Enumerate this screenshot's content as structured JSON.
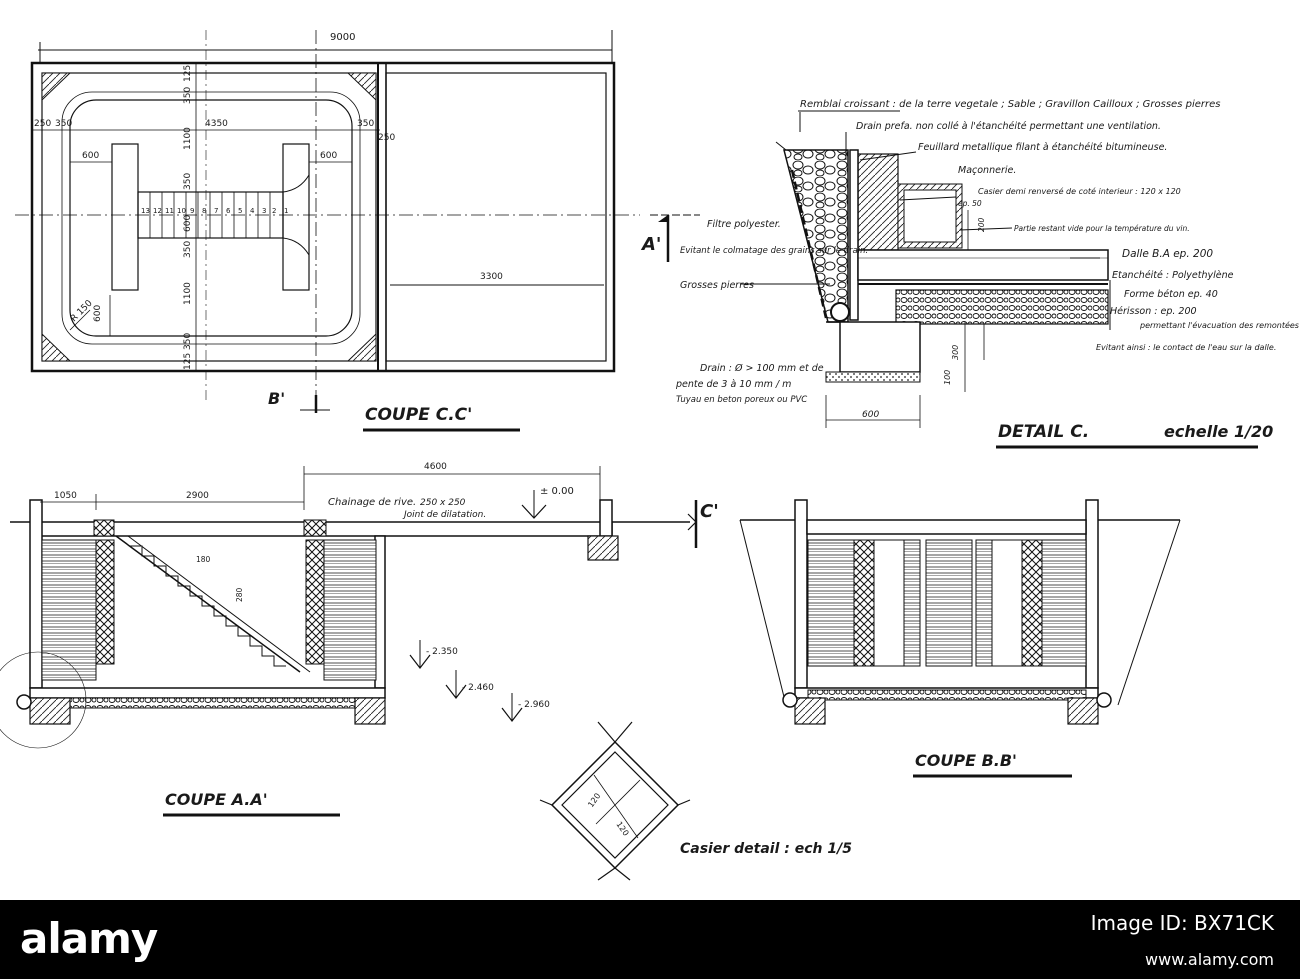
{
  "plan": {
    "title": "COUPE C.C'",
    "dims": {
      "overall": "9000",
      "left_width": "4350",
      "right_width": "3300",
      "edge_250": "250",
      "edge_350": "350",
      "d600a": "600",
      "d600b": "600",
      "d600c": "600",
      "v125": "125",
      "v350a": "350",
      "v1100": "1100",
      "v350b": "350",
      "v600": "600",
      "v350c": "350",
      "v1100b": "1100",
      "v350d": "350",
      "v125b": "125",
      "r150": "R 150",
      "step_numbers": [
        "13",
        "12",
        "11",
        "10",
        "9",
        "8",
        "7",
        "6",
        "5",
        "4",
        "3",
        "2",
        "1"
      ]
    },
    "section_marks": {
      "a": "A'",
      "b": "B'"
    }
  },
  "detail": {
    "title": "DETAIL C.",
    "scale": "echelle 1/20",
    "labels": {
      "remblai": "Remblai croissant : de la terre vegetale ; Sable ; Gravillon Cailloux ; Grosses pierres",
      "drain_prefa": "Drain prefa. non collé à l'étanchéité permettant une ventilation.",
      "feuillard": "Feuillard metallique filant à étanchéité bitumineuse.",
      "maconnerie": "Maçonnerie.",
      "casier": "Casier demi renversé de coté interieur : 120 x 120",
      "ep50": "ep. 50",
      "partie": "Partie restant vide pour la température du vin.",
      "d200": "200",
      "filtre": "Filtre polyester.",
      "evitant": "Evitant le colmatage des grains sur le drain.",
      "grosses": "Grosses pierres",
      "dalle": "Dalle B.A ep. 200",
      "etancheite": "Etanchéité : Polyethylène",
      "forme": "Forme béton ep. 40",
      "herisson": "Hérisson : ep. 200",
      "herisson2": "permettant l'évacuation des remontées capillaires.",
      "evitant2": "Evitant ainsi : le contact de l'eau sur la dalle.",
      "drain1": "Drain : Ø > 100 mm et de",
      "drain2": "pente de 3 à 10 mm / m",
      "drain3": "Tuyau en beton poreux ou PVC",
      "d300": "300",
      "d100": "100",
      "d600": "600"
    }
  },
  "section_a": {
    "title": "COUPE A.A'",
    "dims": {
      "d4600": "4600",
      "d1050": "1050",
      "d2900": "2900",
      "chainage": "Chainage de rive.",
      "chainage_dim": "250 x 250",
      "joint": "Joint de dilatation.",
      "level0": "± 0.00",
      "lvl1": "- 2.350",
      "lvl2": "- 2.460",
      "lvl3": "- 2.960",
      "d180": "180",
      "d280": "280",
      "c_mark": "C'"
    }
  },
  "casier": {
    "title": "Casier detail : ech 1/5",
    "dims": {
      "a": "120",
      "b": "120"
    }
  },
  "section_b": {
    "title": "COUPE B.B'"
  },
  "watermark": {
    "logo": "alamy",
    "id_label": "Image ID: BX71CK",
    "url": "www.alamy.com"
  }
}
